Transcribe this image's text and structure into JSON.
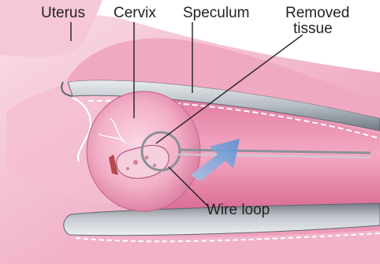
{
  "labels": {
    "uterus": "Uterus",
    "cervix": "Cervix",
    "speculum": "Speculum",
    "removed_tissue_line1": "Removed",
    "removed_tissue_line2": "tissue",
    "wire_loop": "Wire loop"
  },
  "colors": {
    "tissue_light": "#f7d0de",
    "tissue_mid": "#ec9ab8",
    "tissue_dark": "#c95a86",
    "cervix": "#f3b6cc",
    "speculum_metal": "#b9bfc7",
    "speculum_dark": "#6e7480",
    "arrow": "#7aa3d6",
    "wire": "#8a9099",
    "label_text": "#222222"
  },
  "icons": {
    "direction_arrow": "arrow-up-right-icon"
  }
}
